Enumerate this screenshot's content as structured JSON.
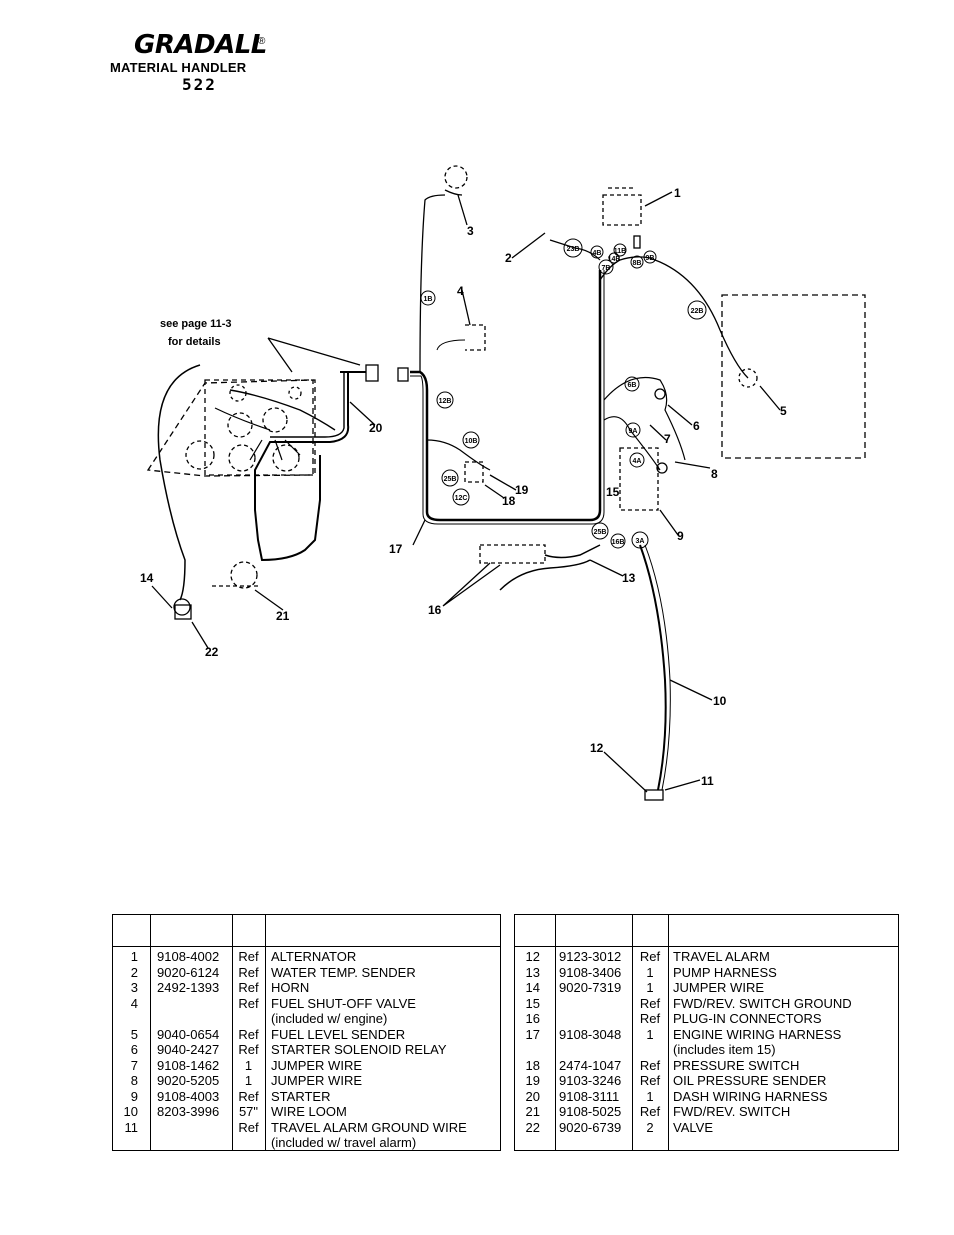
{
  "header": {
    "brand": "GRADALL",
    "registered": "®",
    "product": "MATERIAL HANDLER",
    "model": "522"
  },
  "diagram": {
    "note_line1": "see page 11-3",
    "note_line2": "for details",
    "callouts": [
      "1",
      "2",
      "3",
      "4",
      "5",
      "6",
      "7",
      "8",
      "9",
      "10",
      "11",
      "12",
      "13",
      "14",
      "15",
      "16",
      "17",
      "18",
      "19",
      "20",
      "21",
      "22"
    ],
    "wire_tags": [
      "1B",
      "12B",
      "10B",
      "25B",
      "12C",
      "23B",
      "4B",
      "11B",
      "7B",
      "14B",
      "8B",
      "9B",
      "22B",
      "6B",
      "9A",
      "4A",
      "25B",
      "16B",
      "3A"
    ]
  },
  "tables": {
    "left": {
      "headers": [
        "",
        "",
        "",
        ""
      ],
      "rows": [
        {
          "item": "1",
          "part": "9108-4002",
          "qty": "Ref",
          "desc": "ALTERNATOR"
        },
        {
          "item": "2",
          "part": "9020-6124",
          "qty": "Ref",
          "desc": "WATER TEMP. SENDER"
        },
        {
          "item": "3",
          "part": "2492-1393",
          "qty": "Ref",
          "desc": "HORN"
        },
        {
          "item": "4",
          "part": "",
          "qty": "Ref",
          "desc": "FUEL SHUT-OFF VALVE"
        },
        {
          "item": "",
          "part": "",
          "qty": "",
          "desc": "(included w/ engine)"
        },
        {
          "item": "5",
          "part": "9040-0654",
          "qty": "Ref",
          "desc": "FUEL LEVEL SENDER"
        },
        {
          "item": "6",
          "part": "9040-2427",
          "qty": "Ref",
          "desc": "STARTER SOLENOID RELAY"
        },
        {
          "item": "7",
          "part": "9108-1462",
          "qty": "1",
          "desc": "JUMPER WIRE"
        },
        {
          "item": "8",
          "part": "9020-5205",
          "qty": "1",
          "desc": "JUMPER WIRE"
        },
        {
          "item": "9",
          "part": "9108-4003",
          "qty": "Ref",
          "desc": "STARTER"
        },
        {
          "item": "10",
          "part": "8203-3996",
          "qty": "57\"",
          "desc": "WIRE LOOM"
        },
        {
          "item": "11",
          "part": "",
          "qty": "Ref",
          "desc": "TRAVEL ALARM GROUND WIRE"
        },
        {
          "item": "",
          "part": "",
          "qty": "",
          "desc": "(included w/ travel alarm)"
        }
      ]
    },
    "right": {
      "headers": [
        "",
        "",
        "",
        ""
      ],
      "rows": [
        {
          "item": "12",
          "part": "9123-3012",
          "qty": "Ref",
          "desc": "TRAVEL ALARM"
        },
        {
          "item": "13",
          "part": "9108-3406",
          "qty": "1",
          "desc": "PUMP HARNESS"
        },
        {
          "item": "14",
          "part": "9020-7319",
          "qty": "1",
          "desc": "JUMPER WIRE"
        },
        {
          "item": "15",
          "part": "",
          "qty": "Ref",
          "desc": "FWD/REV. SWITCH GROUND"
        },
        {
          "item": "16",
          "part": "",
          "qty": "Ref",
          "desc": "PLUG-IN CONNECTORS"
        },
        {
          "item": "17",
          "part": "9108-3048",
          "qty": "1",
          "desc": "ENGINE WIRING HARNESS"
        },
        {
          "item": "",
          "part": "",
          "qty": "",
          "desc": "(includes item 15)"
        },
        {
          "item": "18",
          "part": "2474-1047",
          "qty": "Ref",
          "desc": "PRESSURE SWITCH"
        },
        {
          "item": "19",
          "part": "9103-3246",
          "qty": "Ref",
          "desc": "OIL PRESSURE SENDER"
        },
        {
          "item": "20",
          "part": "9108-3111",
          "qty": "1",
          "desc": "DASH WIRING HARNESS"
        },
        {
          "item": "21",
          "part": "9108-5025",
          "qty": "Ref",
          "desc": "FWD/REV. SWITCH"
        },
        {
          "item": "22",
          "part": "9020-6739",
          "qty": "2",
          "desc": "VALVE"
        }
      ]
    }
  }
}
